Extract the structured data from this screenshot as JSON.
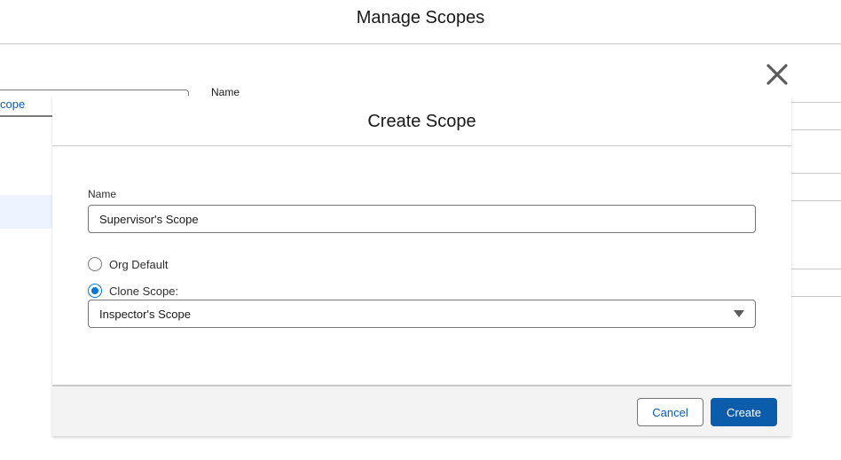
{
  "background": {
    "title": "Manage Scopes",
    "link_text": "cope",
    "column_header": "Name"
  },
  "modal": {
    "title": "Create Scope",
    "close_icon": "close-icon",
    "name_label": "Name",
    "name_value": "Supervisor's Scope",
    "radio_options": [
      {
        "label": "Org Default",
        "checked": false
      },
      {
        "label": "Clone Scope:",
        "checked": true
      }
    ],
    "clone_select_value": "Inspector's Scope",
    "footer": {
      "cancel_label": "Cancel",
      "create_label": "Create"
    }
  },
  "colors": {
    "brand_blue": "#0b5cab",
    "radio_selected": "#0176d3",
    "footer_bg": "#f3f3f3"
  }
}
